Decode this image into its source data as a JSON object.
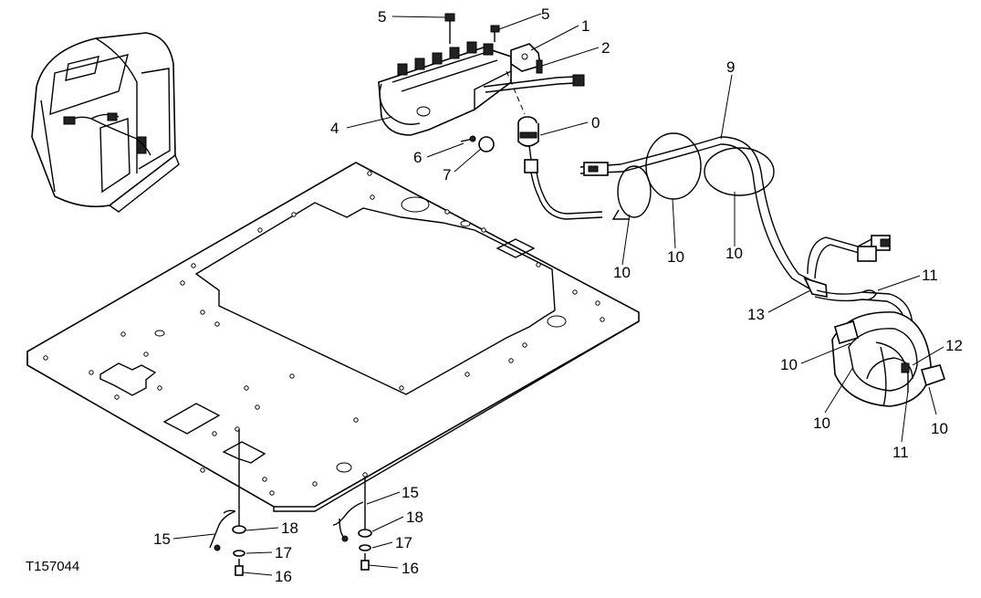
{
  "figure_id": "T157044",
  "callouts": {
    "c0": "0",
    "c1": "1",
    "c2": "2",
    "c4": "4",
    "c5a": "5",
    "c5b": "5",
    "c6": "6",
    "c7": "7",
    "c9": "9",
    "c10a": "10",
    "c10b": "10",
    "c10c": "10",
    "c10d": "10",
    "c10e": "10",
    "c10f": "10",
    "c11a": "11",
    "c11b": "11",
    "c12": "12",
    "c13": "13",
    "c15a": "15",
    "c15b": "15",
    "c16a": "16",
    "c16b": "16",
    "c17a": "17",
    "c17b": "17",
    "c18a": "18",
    "c18b": "18"
  }
}
